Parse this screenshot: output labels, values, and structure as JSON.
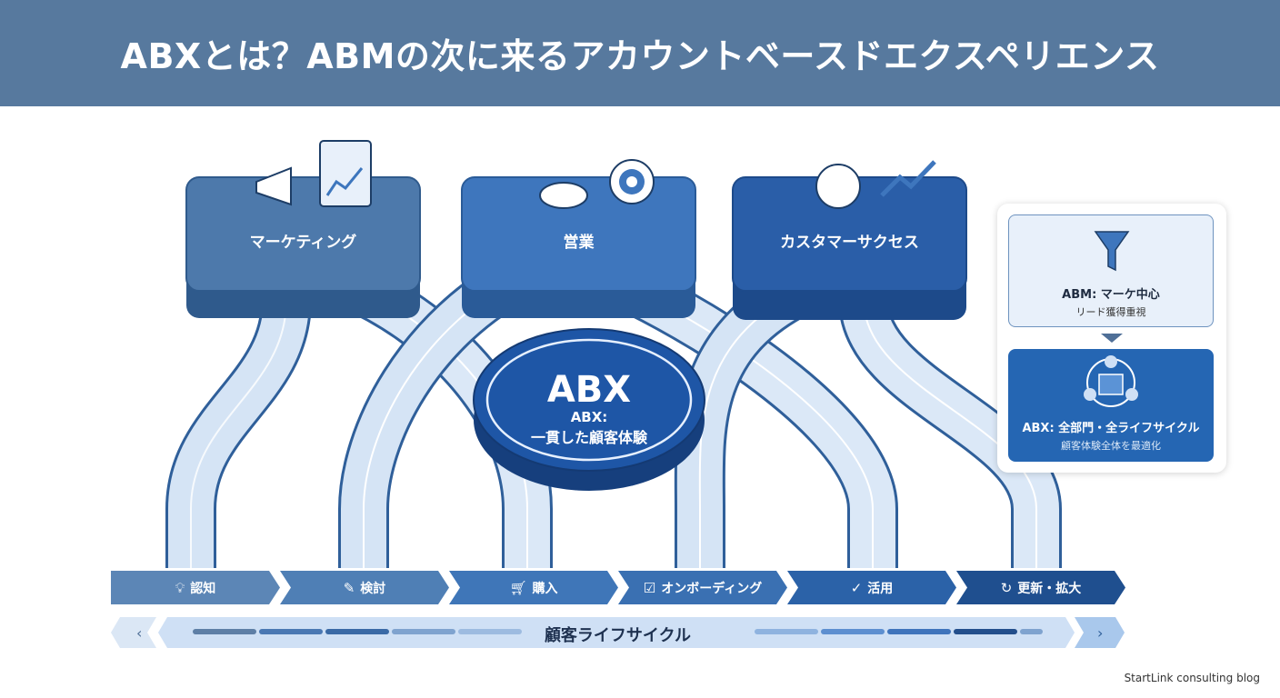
{
  "header": {
    "title": "ABXとは？ABMの次に来るアカウントベースドエクスペリエンス"
  },
  "departments": [
    {
      "label": "マーケティング",
      "icon": "megaphone-chart-icon",
      "color": "#4d79ab"
    },
    {
      "label": "営業",
      "icon": "handshake-target-icon",
      "color": "#3e76bd"
    },
    {
      "label": "カスタマーサクセス",
      "icon": "support-agent-growth-icon",
      "color": "#2a5ea8"
    }
  ],
  "center": {
    "logo": "ABX",
    "line1": "ABX:",
    "line2": "一貫した顧客体験"
  },
  "panel": {
    "abm": {
      "title": "ABM: マーケ中心",
      "subtitle": "リード獲得重視",
      "icon": "funnel-icon"
    },
    "abx": {
      "title": "ABX: 全部門・全ライフサイクル",
      "subtitle": "顧客体験全体を最適化",
      "icon": "cycle-cube-icon"
    }
  },
  "stages": [
    {
      "label": "認知",
      "icon": "lightbulb-icon",
      "glyph": "💡︎",
      "color": "#5c86b6"
    },
    {
      "label": "検討",
      "icon": "document-edit-icon",
      "glyph": "✎",
      "color": "#4f7fb5"
    },
    {
      "label": "購入",
      "icon": "cart-icon",
      "glyph": "🛒︎",
      "color": "#3f76b8"
    },
    {
      "label": "オンボーディング",
      "icon": "checklist-icon",
      "glyph": "☑",
      "color": "#3a70b2"
    },
    {
      "label": "活用",
      "icon": "check-icon",
      "glyph": "✓",
      "color": "#2b62a8"
    },
    {
      "label": "更新・拡大",
      "icon": "refresh-icon",
      "glyph": "↻",
      "color": "#1f4f8f"
    }
  ],
  "lifecycle": {
    "label": "顧客ライフサイクル"
  },
  "footer": {
    "text": "StartLink consulting blog"
  }
}
